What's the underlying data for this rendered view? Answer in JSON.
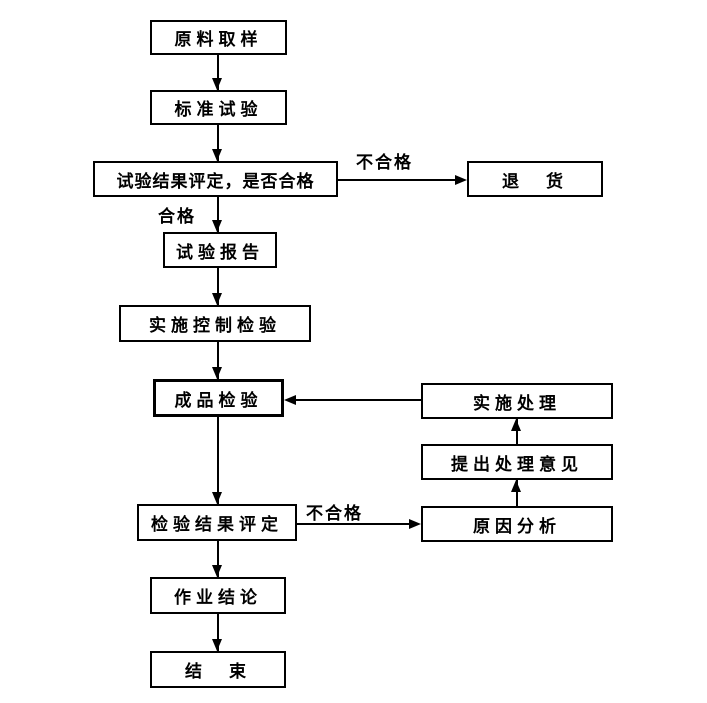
{
  "diagram": {
    "type": "flowchart",
    "background": "#ffffff",
    "line_color": "#000000",
    "nodes": {
      "raw_material_sampling": "原料取样",
      "standard_test": "标准试验",
      "test_result_evaluation": "试验结果评定，是否合格",
      "return_goods": "退　货",
      "test_report": "试验报告",
      "implement_control_inspection": "实施控制检验",
      "finished_product_inspection": "成品检验",
      "inspection_result_evaluation": "检验结果评定",
      "operation_conclusion": "作业结论",
      "end": "结　束",
      "implement_handling": "实施处理",
      "propose_handling_opinion": "提出处理意见",
      "cause_analysis": "原因分析"
    },
    "edge_labels": {
      "pass": "合格",
      "fail_top": "不合格",
      "fail_bottom": "不合格"
    },
    "edges": [
      {
        "from": "raw_material_sampling",
        "to": "standard_test",
        "label": ""
      },
      {
        "from": "standard_test",
        "to": "test_result_evaluation",
        "label": ""
      },
      {
        "from": "test_result_evaluation",
        "to": "test_report",
        "label": "合格"
      },
      {
        "from": "test_result_evaluation",
        "to": "return_goods",
        "label": "不合格"
      },
      {
        "from": "test_report",
        "to": "implement_control_inspection",
        "label": ""
      },
      {
        "from": "implement_control_inspection",
        "to": "finished_product_inspection",
        "label": ""
      },
      {
        "from": "finished_product_inspection",
        "to": "inspection_result_evaluation",
        "label": ""
      },
      {
        "from": "inspection_result_evaluation",
        "to": "cause_analysis",
        "label": "不合格"
      },
      {
        "from": "cause_analysis",
        "to": "propose_handling_opinion",
        "label": ""
      },
      {
        "from": "propose_handling_opinion",
        "to": "implement_handling",
        "label": ""
      },
      {
        "from": "implement_handling",
        "to": "finished_product_inspection",
        "label": ""
      },
      {
        "from": "inspection_result_evaluation",
        "to": "operation_conclusion",
        "label": ""
      },
      {
        "from": "operation_conclusion",
        "to": "end",
        "label": ""
      }
    ]
  }
}
